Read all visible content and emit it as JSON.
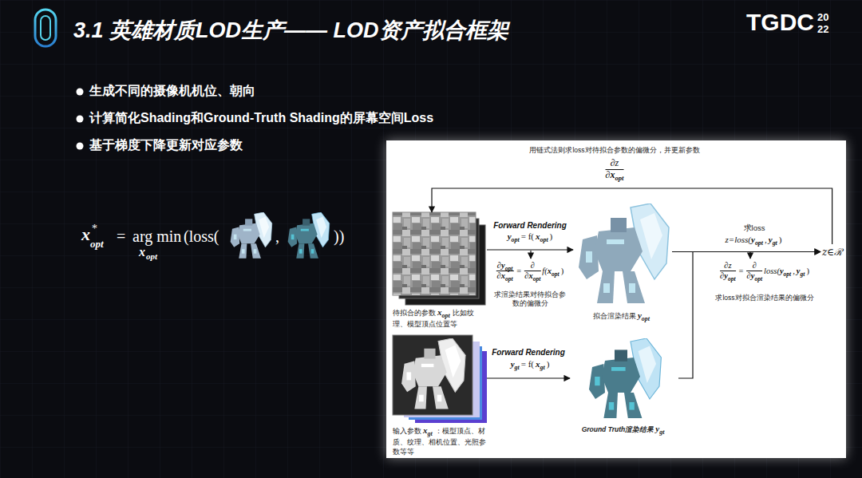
{
  "diagram": {
    "title": "3.1 英雄材质LOD生产—— LOD资产拟合框架",
    "nodes": [
      {
        "text": [
          "待拟合的参数",
          "x",
          "opt",
          "比如纹理、模型顶点位置等"
        ]
      },
      {
        "text": [
          "拟合渲染结果",
          "y",
          "opt"
        ]
      },
      {
        "text": [
          "输入参数",
          "x",
          "gt",
          "：模型顶点、材质、纹理、相机位置、光照参数等等"
        ]
      },
      {
        "text": [
          "Ground Truth渲染结果",
          "y",
          "gt"
        ]
      },
      {
        "text": [
          "z∈ℛ"
        ]
      }
    ],
    "edges": [
      {
        "from": 0,
        "to": 1,
        "arrow": "to",
        "label": "Forward Rendering"
      },
      {
        "from": 2,
        "to": 3,
        "arrow": "to",
        "label": "Forward Rendering"
      },
      {
        "from": 1,
        "to": 4,
        "arrow": "to"
      },
      {
        "from": 3,
        "to": 4,
        "arrow": "to"
      },
      {
        "from": 4,
        "to": 0,
        "arrow": "to"
      }
    ],
    "labels": [
      "TGDC",
      "20",
      "22",
      "生成不同的摄像机机位、朝向",
      "计算简化Shading和Ground-Truth Shading的屏幕空间Loss",
      "基于梯度下降更新对应参数",
      "x",
      "*",
      "opt",
      "=",
      "arg min",
      "(loss(",
      "x",
      "opt",
      ",",
      "))",
      "用链式法则求loss对待拟合参数的偏微分，并更新参数",
      "∂z",
      "∂x",
      "opt",
      "y",
      "opt",
      "= f(",
      "x",
      "opt",
      ")",
      "∂y",
      "opt",
      "∂x",
      "opt",
      "=",
      "∂",
      "∂x",
      "opt",
      "f(",
      "x",
      "opt",
      ")",
      "求渲染结果对待拟合参数的偏微分",
      "求loss",
      "z=loss(",
      "y",
      "opt",
      ",",
      "y",
      "gt",
      ")",
      "∂z",
      "∂y",
      "opt",
      "=",
      "∂",
      "∂y",
      "opt",
      "loss(",
      "y",
      "opt",
      ",",
      "y",
      "gt",
      ")",
      "求loss对拟合渲染结果的偏微分",
      "y",
      "gt",
      "= f(",
      "x",
      "gt",
      ")"
    ]
  }
}
